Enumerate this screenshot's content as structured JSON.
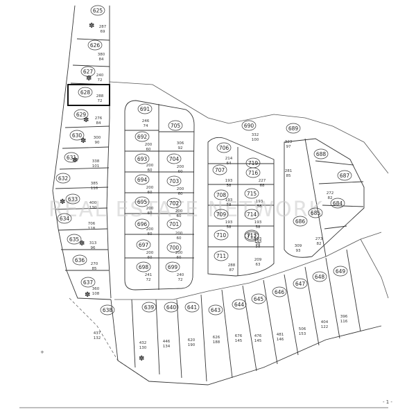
{
  "watermark": "REAL ESTATE NETWORK",
  "corner_mark": "- 1 -",
  "left_mark": "+",
  "lots": [
    {
      "id": "625",
      "values": "287\n69"
    },
    {
      "id": "626",
      "values": "380\n84"
    },
    {
      "id": "627",
      "values": "240\n72"
    },
    {
      "id": "628",
      "values": "288\n72"
    },
    {
      "id": "629",
      "values": "276\n84"
    },
    {
      "id": "630",
      "values": "300\n90"
    },
    {
      "id": "631",
      "values": "338\n101"
    },
    {
      "id": "632",
      "values": "385\n116"
    },
    {
      "id": "633",
      "values": "400\n130"
    },
    {
      "id": "634",
      "values": "706\n118"
    },
    {
      "id": "635",
      "values": "313\n96"
    },
    {
      "id": "636",
      "values": "270\n85"
    },
    {
      "id": "637",
      "values": "360\n108"
    },
    {
      "id": "638",
      "values": "437\n132"
    },
    {
      "id": "639",
      "values": "432\n130"
    },
    {
      "id": "640",
      "values": "446\n134"
    },
    {
      "id": "641",
      "values": "620\n190"
    },
    {
      "id": "643",
      "values": "626\n188"
    },
    {
      "id": "644",
      "values": "676\n145"
    },
    {
      "id": "645",
      "values": "476\n145"
    },
    {
      "id": "646",
      "values": "481\n146"
    },
    {
      "id": "647",
      "values": "506\n153"
    },
    {
      "id": "648",
      "values": "404\n122"
    },
    {
      "id": "649",
      "values": "396\n116"
    },
    {
      "id": "684",
      "values": "273\n82"
    },
    {
      "id": "685",
      "values": "309\n93"
    },
    {
      "id": "686",
      "values": ""
    },
    {
      "id": "687",
      "values": "272\n82"
    },
    {
      "id": "688",
      "values": "281\n85"
    },
    {
      "id": "689",
      "values": "323\n97"
    },
    {
      "id": "690",
      "values": "332\n100"
    },
    {
      "id": "691",
      "values": "246\n74"
    },
    {
      "id": "692",
      "values": "200\n60"
    },
    {
      "id": "693",
      "values": "200\n60"
    },
    {
      "id": "694",
      "values": "200\n60"
    },
    {
      "id": "695",
      "values": "200\n60"
    },
    {
      "id": "696",
      "values": "200\n60"
    },
    {
      "id": "697",
      "values": "200\n60"
    },
    {
      "id": "698",
      "values": "241\n72"
    },
    {
      "id": "699",
      "values": "240\n72"
    },
    {
      "id": "700",
      "values": "200\n60"
    },
    {
      "id": "701",
      "values": "200\n60"
    },
    {
      "id": "702",
      "values": "200\n60"
    },
    {
      "id": "703",
      "values": "200\n60"
    },
    {
      "id": "704",
      "values": "200\n60"
    },
    {
      "id": "705",
      "values": "306\n92"
    },
    {
      "id": "706",
      "values": "214\n64"
    },
    {
      "id": "707",
      "values": "193\n58"
    },
    {
      "id": "708",
      "values": "193\n58"
    },
    {
      "id": "709",
      "values": "193\n58"
    },
    {
      "id": "710",
      "values": "288\n87"
    },
    {
      "id": "711",
      "values": "209\n63"
    },
    {
      "id": "712",
      "values": "193\n58"
    },
    {
      "id": "713",
      "values": "193\n58"
    },
    {
      "id": "714",
      "values": "193\n58"
    },
    {
      "id": "715",
      "values": "193\n58"
    },
    {
      "id": "716",
      "values": "227\n68"
    },
    {
      "id": "719",
      "values": ""
    }
  ]
}
